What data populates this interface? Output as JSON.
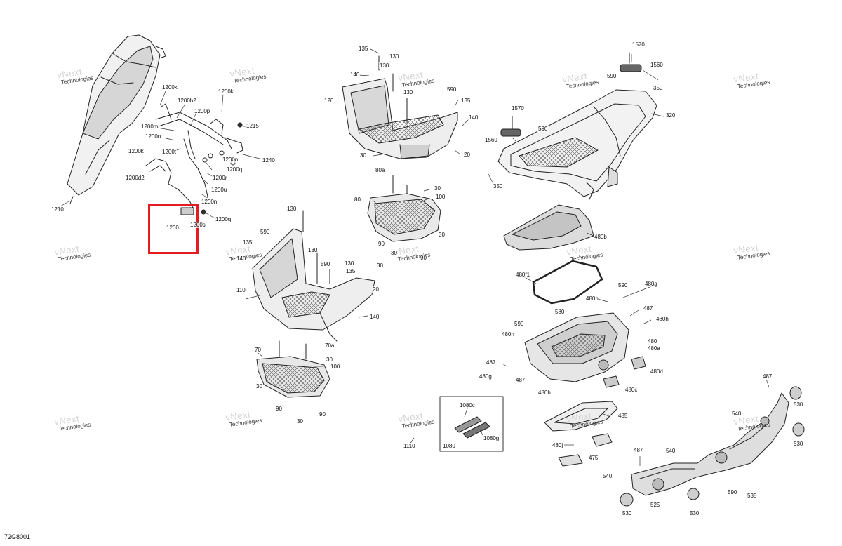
{
  "diagram": {
    "figure_code": "72G8001",
    "highlight_color": "#e31b23",
    "watermark": {
      "line1": "vNext",
      "line2": "Technologies"
    },
    "callouts": [
      {
        "id": "c1210",
        "text": "1210"
      },
      {
        "id": "c1200k_a",
        "text": "1200k"
      },
      {
        "id": "c1200h2",
        "text": "1200h2"
      },
      {
        "id": "c1200k_b",
        "text": "1200k"
      },
      {
        "id": "c1200p",
        "text": "1200p"
      },
      {
        "id": "c1200m",
        "text": "1200m"
      },
      {
        "id": "c1200n_a",
        "text": "1200n"
      },
      {
        "id": "c1215",
        "text": "1215"
      },
      {
        "id": "c1200k_c",
        "text": "1200k"
      },
      {
        "id": "c1200t",
        "text": "1200t"
      },
      {
        "id": "c1200n_b",
        "text": "1200n"
      },
      {
        "id": "c1240",
        "text": "1240"
      },
      {
        "id": "c1200q_a",
        "text": "1200q"
      },
      {
        "id": "c1200d2",
        "text": "1200d2"
      },
      {
        "id": "c1200r",
        "text": "1200r"
      },
      {
        "id": "c1200u",
        "text": "1200u"
      },
      {
        "id": "c1200n_c",
        "text": "1200n"
      },
      {
        "id": "c1200",
        "text": "1200"
      },
      {
        "id": "c1200s",
        "text": "1200s"
      },
      {
        "id": "c1200q_b",
        "text": "1200q"
      },
      {
        "id": "c135_a",
        "text": "135"
      },
      {
        "id": "c130_a",
        "text": "130"
      },
      {
        "id": "c130_b",
        "text": "130"
      },
      {
        "id": "c140_a",
        "text": "140"
      },
      {
        "id": "c130_c",
        "text": "130"
      },
      {
        "id": "c590_a",
        "text": "590"
      },
      {
        "id": "c120",
        "text": "120"
      },
      {
        "id": "c135_b",
        "text": "135"
      },
      {
        "id": "c140_b",
        "text": "140"
      },
      {
        "id": "c30_a",
        "text": "30"
      },
      {
        "id": "c20_a",
        "text": "20"
      },
      {
        "id": "c80a",
        "text": "80a"
      },
      {
        "id": "c30_b",
        "text": "30"
      },
      {
        "id": "c80",
        "text": "80"
      },
      {
        "id": "c100_a",
        "text": "100"
      },
      {
        "id": "c30_c",
        "text": "30"
      },
      {
        "id": "c90_a",
        "text": "90"
      },
      {
        "id": "c30_d",
        "text": "30"
      },
      {
        "id": "c90_b",
        "text": "90"
      },
      {
        "id": "c130_d",
        "text": "130"
      },
      {
        "id": "c590_b",
        "text": "590"
      },
      {
        "id": "c135_c",
        "text": "135"
      },
      {
        "id": "c140_c",
        "text": "140"
      },
      {
        "id": "c130_e",
        "text": "130"
      },
      {
        "id": "c590_c",
        "text": "590"
      },
      {
        "id": "c130_f",
        "text": "130"
      },
      {
        "id": "c135_d",
        "text": "135"
      },
      {
        "id": "c30_e",
        "text": "30"
      },
      {
        "id": "c110",
        "text": "110"
      },
      {
        "id": "c20_b",
        "text": "20"
      },
      {
        "id": "c140_d",
        "text": "140"
      },
      {
        "id": "c70a",
        "text": "70a"
      },
      {
        "id": "c70",
        "text": "70"
      },
      {
        "id": "c30_f",
        "text": "30"
      },
      {
        "id": "c100_b",
        "text": "100"
      },
      {
        "id": "c30_g",
        "text": "30"
      },
      {
        "id": "c90_c",
        "text": "90"
      },
      {
        "id": "c90_d",
        "text": "90"
      },
      {
        "id": "c30_h",
        "text": "30"
      },
      {
        "id": "c1570_a",
        "text": "1570"
      },
      {
        "id": "c1560_a",
        "text": "1560"
      },
      {
        "id": "c590_d",
        "text": "590"
      },
      {
        "id": "c350_a",
        "text": "350"
      },
      {
        "id": "c320",
        "text": "320"
      },
      {
        "id": "c1570_b",
        "text": "1570"
      },
      {
        "id": "c590_e",
        "text": "590"
      },
      {
        "id": "c1560_b",
        "text": "1560"
      },
      {
        "id": "c350_b",
        "text": "350"
      },
      {
        "id": "c480b",
        "text": "480b"
      },
      {
        "id": "c480f1",
        "text": "480f1"
      },
      {
        "id": "c590_f",
        "text": "590"
      },
      {
        "id": "c480g_a",
        "text": "480g"
      },
      {
        "id": "c480h_a",
        "text": "480h"
      },
      {
        "id": "c487_a",
        "text": "487"
      },
      {
        "id": "c580",
        "text": "580"
      },
      {
        "id": "c480h_b",
        "text": "480h"
      },
      {
        "id": "c590_g",
        "text": "590"
      },
      {
        "id": "c480h_c",
        "text": "480h"
      },
      {
        "id": "c480",
        "text": "480"
      },
      {
        "id": "c480a",
        "text": "480a"
      },
      {
        "id": "c487_b",
        "text": "487"
      },
      {
        "id": "c480d",
        "text": "480d"
      },
      {
        "id": "c480g_b",
        "text": "480g"
      },
      {
        "id": "c487_c",
        "text": "487"
      },
      {
        "id": "c480h_d",
        "text": "480h"
      },
      {
        "id": "c480c",
        "text": "480c"
      },
      {
        "id": "c485",
        "text": "485"
      },
      {
        "id": "c480j",
        "text": "480j"
      },
      {
        "id": "c475",
        "text": "475"
      },
      {
        "id": "c1080c",
        "text": "1080c"
      },
      {
        "id": "c1110",
        "text": "1110"
      },
      {
        "id": "c1080",
        "text": "1080"
      },
      {
        "id": "c1080g",
        "text": "1080g"
      },
      {
        "id": "c487_d",
        "text": "487"
      },
      {
        "id": "c530_a",
        "text": "530"
      },
      {
        "id": "c540_a",
        "text": "540"
      },
      {
        "id": "c530_b",
        "text": "530"
      },
      {
        "id": "c487_e",
        "text": "487"
      },
      {
        "id": "c540_b",
        "text": "540"
      },
      {
        "id": "c540_c",
        "text": "540"
      },
      {
        "id": "c590_h",
        "text": "590"
      },
      {
        "id": "c535",
        "text": "535"
      },
      {
        "id": "c525",
        "text": "525"
      },
      {
        "id": "c530_c",
        "text": "530"
      },
      {
        "id": "c530_d",
        "text": "530"
      }
    ]
  }
}
